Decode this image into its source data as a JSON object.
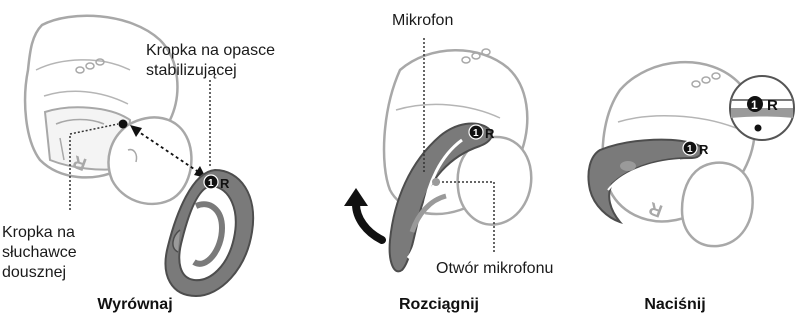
{
  "panels": [
    {
      "caption": "Wyrównaj",
      "labels": {
        "band_dot": [
          "Kropka na opasce",
          "stabilizującej"
        ],
        "earbud_dot": [
          "Kropka na",
          "słuchawce",
          "dousznej"
        ]
      }
    },
    {
      "caption": "Rozciągnij",
      "labels": {
        "microphone": "Mikrofon",
        "mic_opening": "Otwór mikrofonu"
      }
    },
    {
      "caption": "Naciśnij",
      "labels": {}
    }
  ],
  "band_marking": {
    "number": "1",
    "side": "R"
  },
  "colors": {
    "band": "#7a7a7a",
    "band_dark": "#4d4d4d",
    "earbud_outline": "#a8a8a8",
    "earbud_fill": "#ffffff",
    "callout_line": "#333333"
  }
}
